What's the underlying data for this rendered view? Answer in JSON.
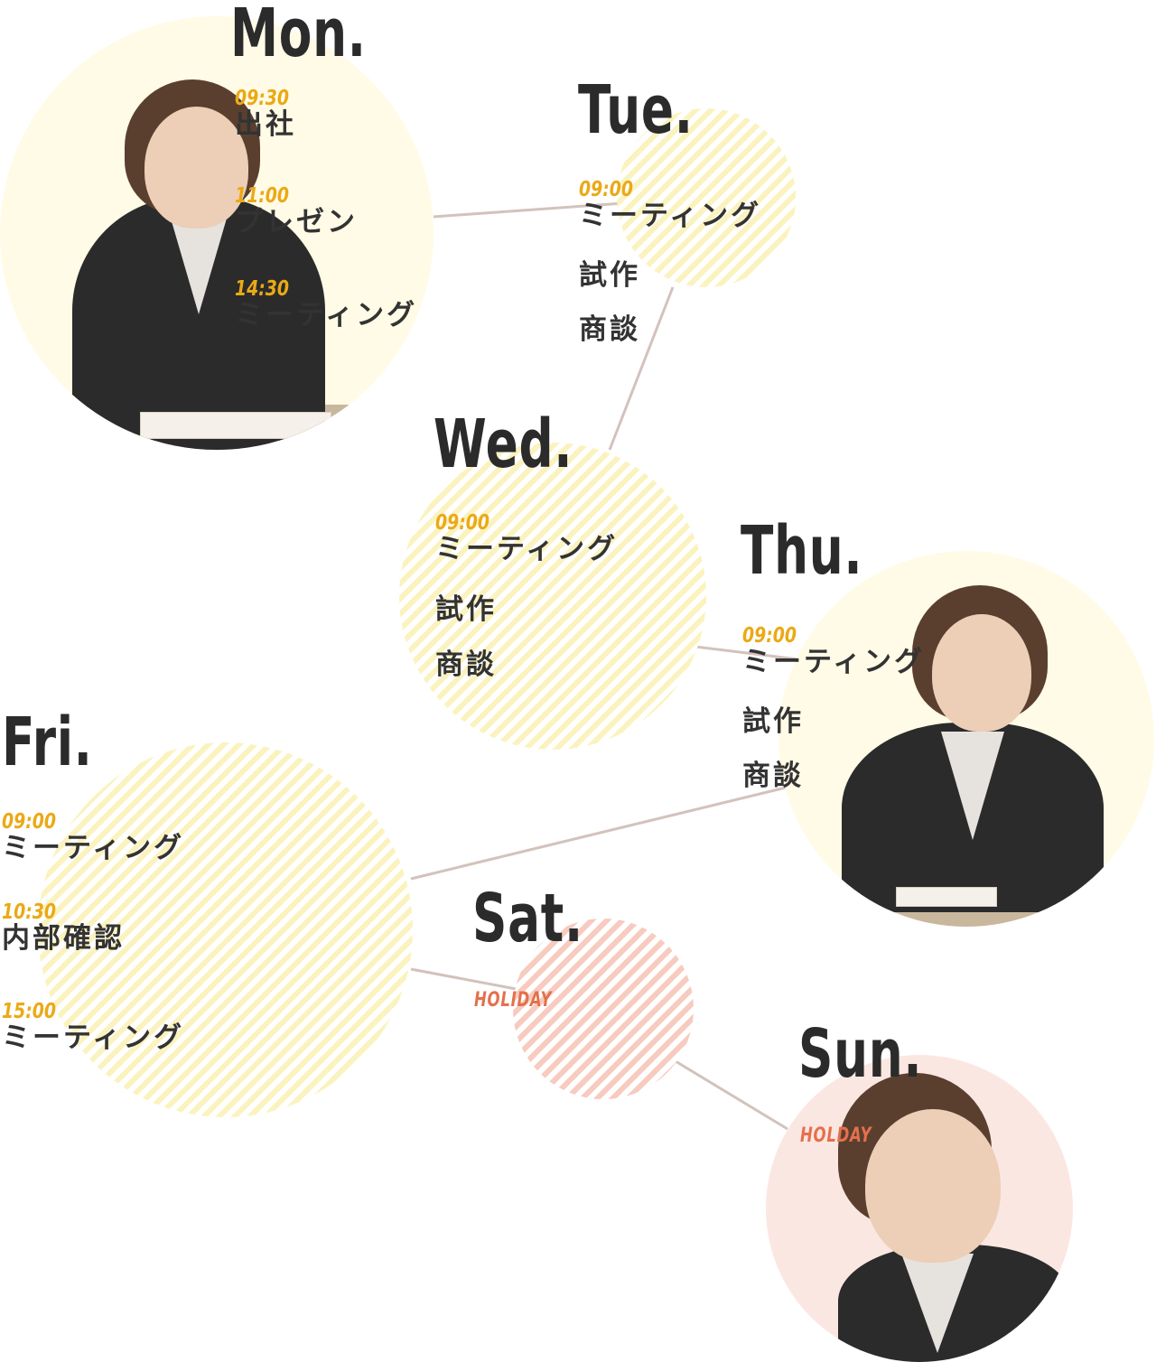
{
  "days": {
    "mon": {
      "label": "Mon.",
      "items": [
        {
          "time": "09:30",
          "task": "出社"
        },
        {
          "time": "11:00",
          "task": "プレゼン"
        },
        {
          "time": "14:30",
          "task": "ミーティング"
        }
      ]
    },
    "tue": {
      "label": "Tue.",
      "items": [
        {
          "time": "09:00",
          "task": "ミーティング"
        },
        {
          "task": "試作"
        },
        {
          "task": "商談"
        }
      ]
    },
    "wed": {
      "label": "Wed.",
      "items": [
        {
          "time": "09:00",
          "task": "ミーティング"
        },
        {
          "task": "試作"
        },
        {
          "task": "商談"
        }
      ]
    },
    "thu": {
      "label": "Thu.",
      "items": [
        {
          "time": "09:00",
          "task": "ミーティング"
        },
        {
          "task": "試作"
        },
        {
          "task": "商談"
        }
      ]
    },
    "fri": {
      "label": "Fri.",
      "items": [
        {
          "time": "09:00",
          "task": "ミーティング"
        },
        {
          "time": "10:30",
          "task": "内部確認"
        },
        {
          "time": "15:00",
          "task": "ミーティング"
        }
      ]
    },
    "sat": {
      "label": "Sat.",
      "note": "HOLIDAY"
    },
    "sun": {
      "label": "Sun.",
      "note": "HOLDAY"
    }
  },
  "colors": {
    "day_heading": "#2b2b2b",
    "time": "#eba916",
    "holiday": "#e4704c",
    "stripe_yellow": "#fbf3bf",
    "stripe_pink": "#f7cbbf",
    "connector": "#d3c2bc"
  }
}
